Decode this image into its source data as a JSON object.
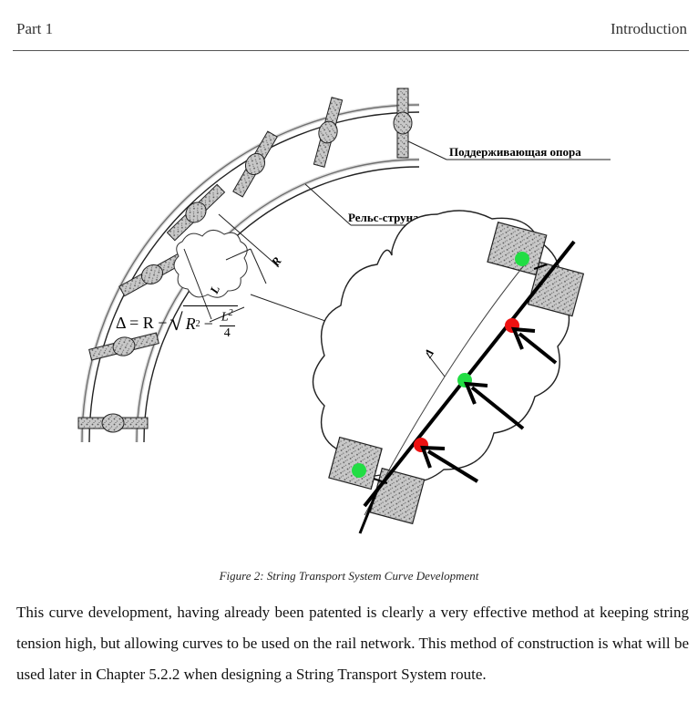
{
  "header": {
    "left": "Part 1",
    "right": "Introduction"
  },
  "figure": {
    "label_support": "Поддерживающая опора",
    "label_rail": "Рельс-струна",
    "label_R": "R",
    "label_L": "L",
    "label_delta": "Δ",
    "formula": {
      "lhs": "Δ = R −",
      "radicand": "R",
      "exp": "2",
      "minus": "−",
      "numerator": "L",
      "den": "4"
    },
    "caption": "Figure 2: String Transport System Curve Development"
  },
  "body": {
    "paragraph": "This curve development, having already been patented is clearly a very effective method at keeping string tension high, but allowing curves to be used on the rail network. This method of construction is what will be used later in Chapter 5.2.2 when designing a String Transport System route."
  },
  "colors": {
    "dot_green": "#22dd44",
    "dot_red": "#ee1111"
  }
}
